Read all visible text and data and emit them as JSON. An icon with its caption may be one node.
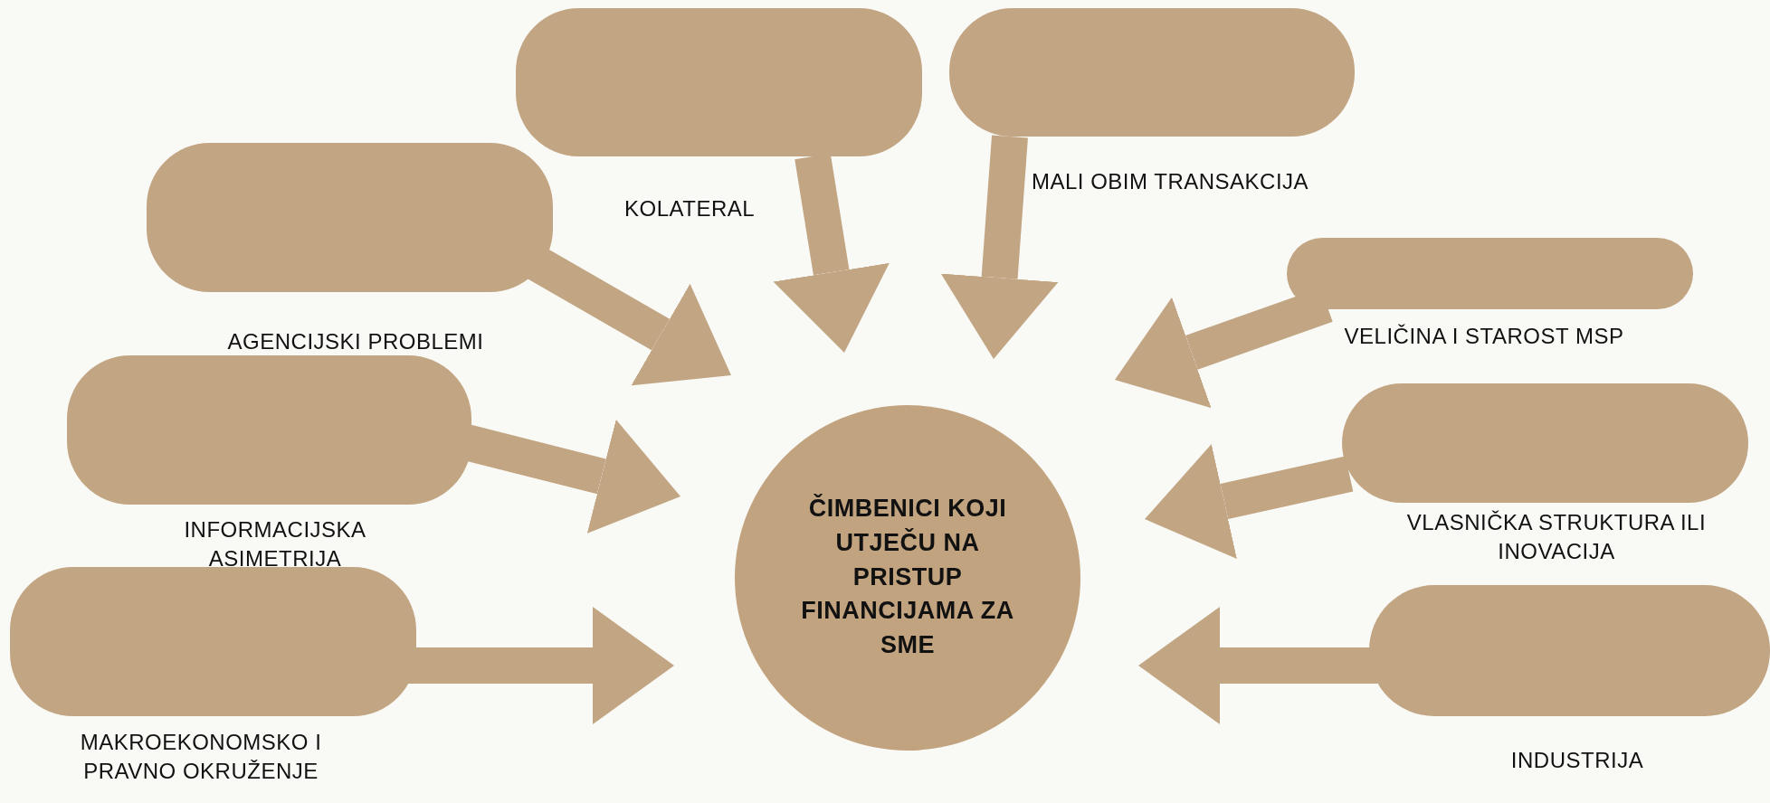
{
  "diagram": {
    "nodes": [
      {
        "text": [
          "KOLATERAL"
        ]
      },
      {
        "text": [
          "MALI OBIM TRANSAKCIJA"
        ]
      },
      {
        "text": [
          "AGENCIJSKI PROBLEMI"
        ]
      },
      {
        "text": [
          "VELIČINA I STAROST MSP"
        ]
      },
      {
        "text": [
          "INFORMACIJSKA ASIMETRIJA"
        ]
      },
      {
        "text": [
          "VLASNIČKA STRUKTURA ILI INOVACIJA"
        ]
      },
      {
        "text": [
          "MAKROEKONOMSKO I PRAVNO OKRUŽENJE"
        ]
      },
      {
        "text": [
          "INDUSTRIJA"
        ]
      },
      {
        "text": [
          "ČIMBENICI KOJI UTJEČU NA PRISTUP FINANCIJAMA ZA SME"
        ]
      }
    ],
    "edges": [
      {
        "from": 0,
        "to": 8,
        "arrow": "to"
      },
      {
        "from": 1,
        "to": 8,
        "arrow": "to"
      },
      {
        "from": 2,
        "to": 8,
        "arrow": "to"
      },
      {
        "from": 3,
        "to": 8,
        "arrow": "to"
      },
      {
        "from": 4,
        "to": 8,
        "arrow": "to"
      },
      {
        "from": 5,
        "to": 8,
        "arrow": "to"
      },
      {
        "from": 6,
        "to": 8,
        "arrow": "to"
      },
      {
        "from": 7,
        "to": 8,
        "arrow": "to"
      }
    ]
  }
}
